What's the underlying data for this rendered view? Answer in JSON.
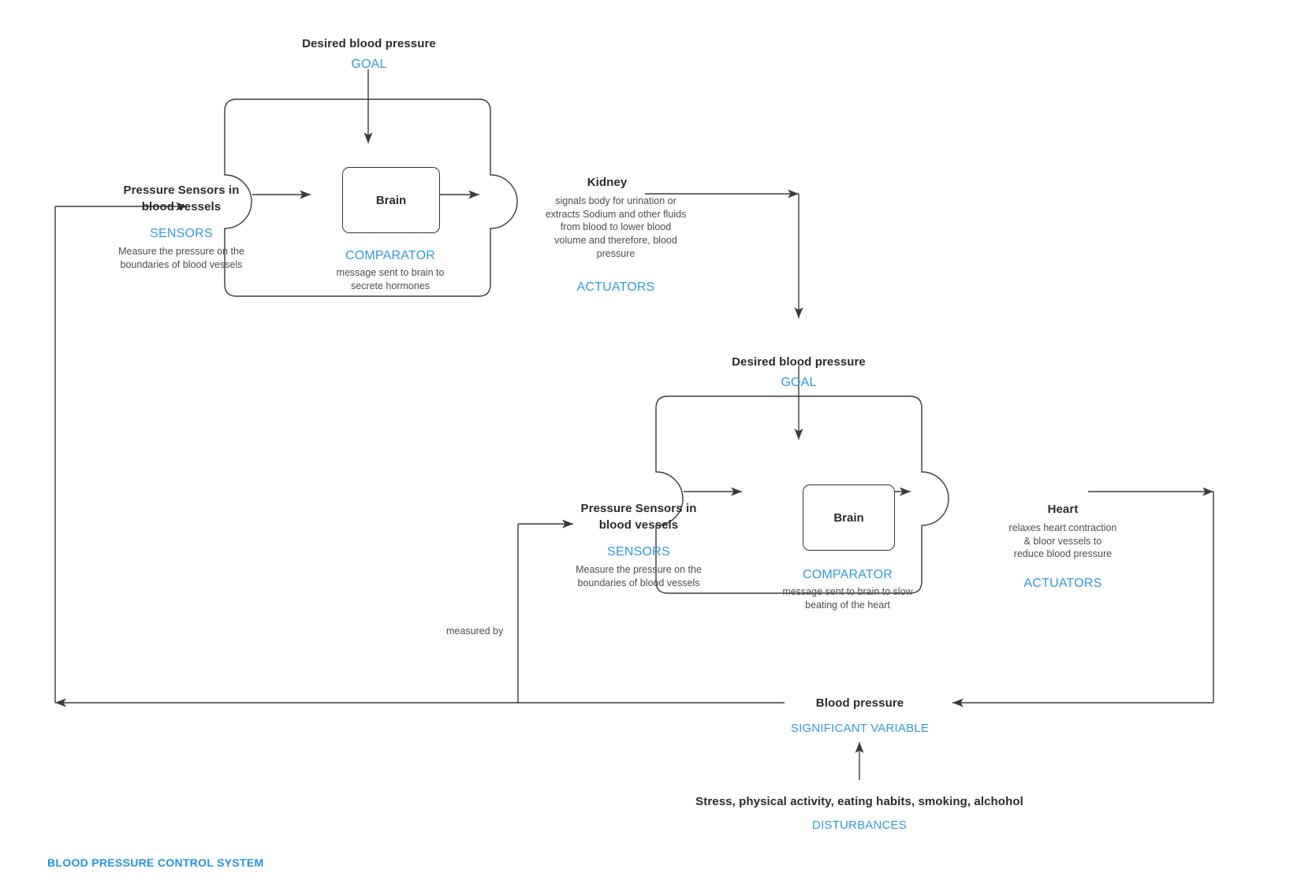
{
  "diagram": {
    "title": "BLOOD PRESSURE CONTROL SYSTEM",
    "accent_color": "#2e9ae0",
    "line_color": "#3a3a3a",
    "text_color": "#2b2b2b"
  },
  "loop1": {
    "goal": {
      "label": "Desired blood pressure",
      "role": "GOAL"
    },
    "sensors": {
      "label": "Pressure Sensors in blood vessels",
      "label_line1": "Pressure Sensors in",
      "label_line2": "blood vessels",
      "role": "SENSORS",
      "description": "Measure the pressure on the boundaries of blood vessels"
    },
    "comparator": {
      "box_label": "Brain",
      "role": "COMPARATOR",
      "description": "message sent to brain to secrete hormones"
    },
    "actuators": {
      "label": "Kidney",
      "description": "signals body for urination or extracts Sodium and other fluids from blood to lower blood volume and therefore, blood pressure",
      "role": "ACTUATORS"
    }
  },
  "loop2": {
    "goal": {
      "label": "Desired blood pressure",
      "role": "GOAL"
    },
    "sensors": {
      "label_line1": "Pressure Sensors in",
      "label_line2": "blood vessels",
      "role": "SENSORS",
      "description": "Measure the pressure on the boundaries of blood vessels"
    },
    "comparator": {
      "box_label": "Brain",
      "role": "COMPARATOR",
      "description": "message sent to brain to slow beating of the heart"
    },
    "actuators": {
      "label": "Heart",
      "description": "relaxes heart contraction & bloor vessels to reduce blood pressure",
      "role": "ACTUATORS"
    }
  },
  "variable": {
    "label": "Blood pressure",
    "role": "SIGNIFICANT VARIABLE"
  },
  "disturbances": {
    "label": "Stress, physical activity, eating habits, smoking, alchohol",
    "role": "DISTURBANCES"
  },
  "edges": {
    "measured_by": "measured by"
  }
}
